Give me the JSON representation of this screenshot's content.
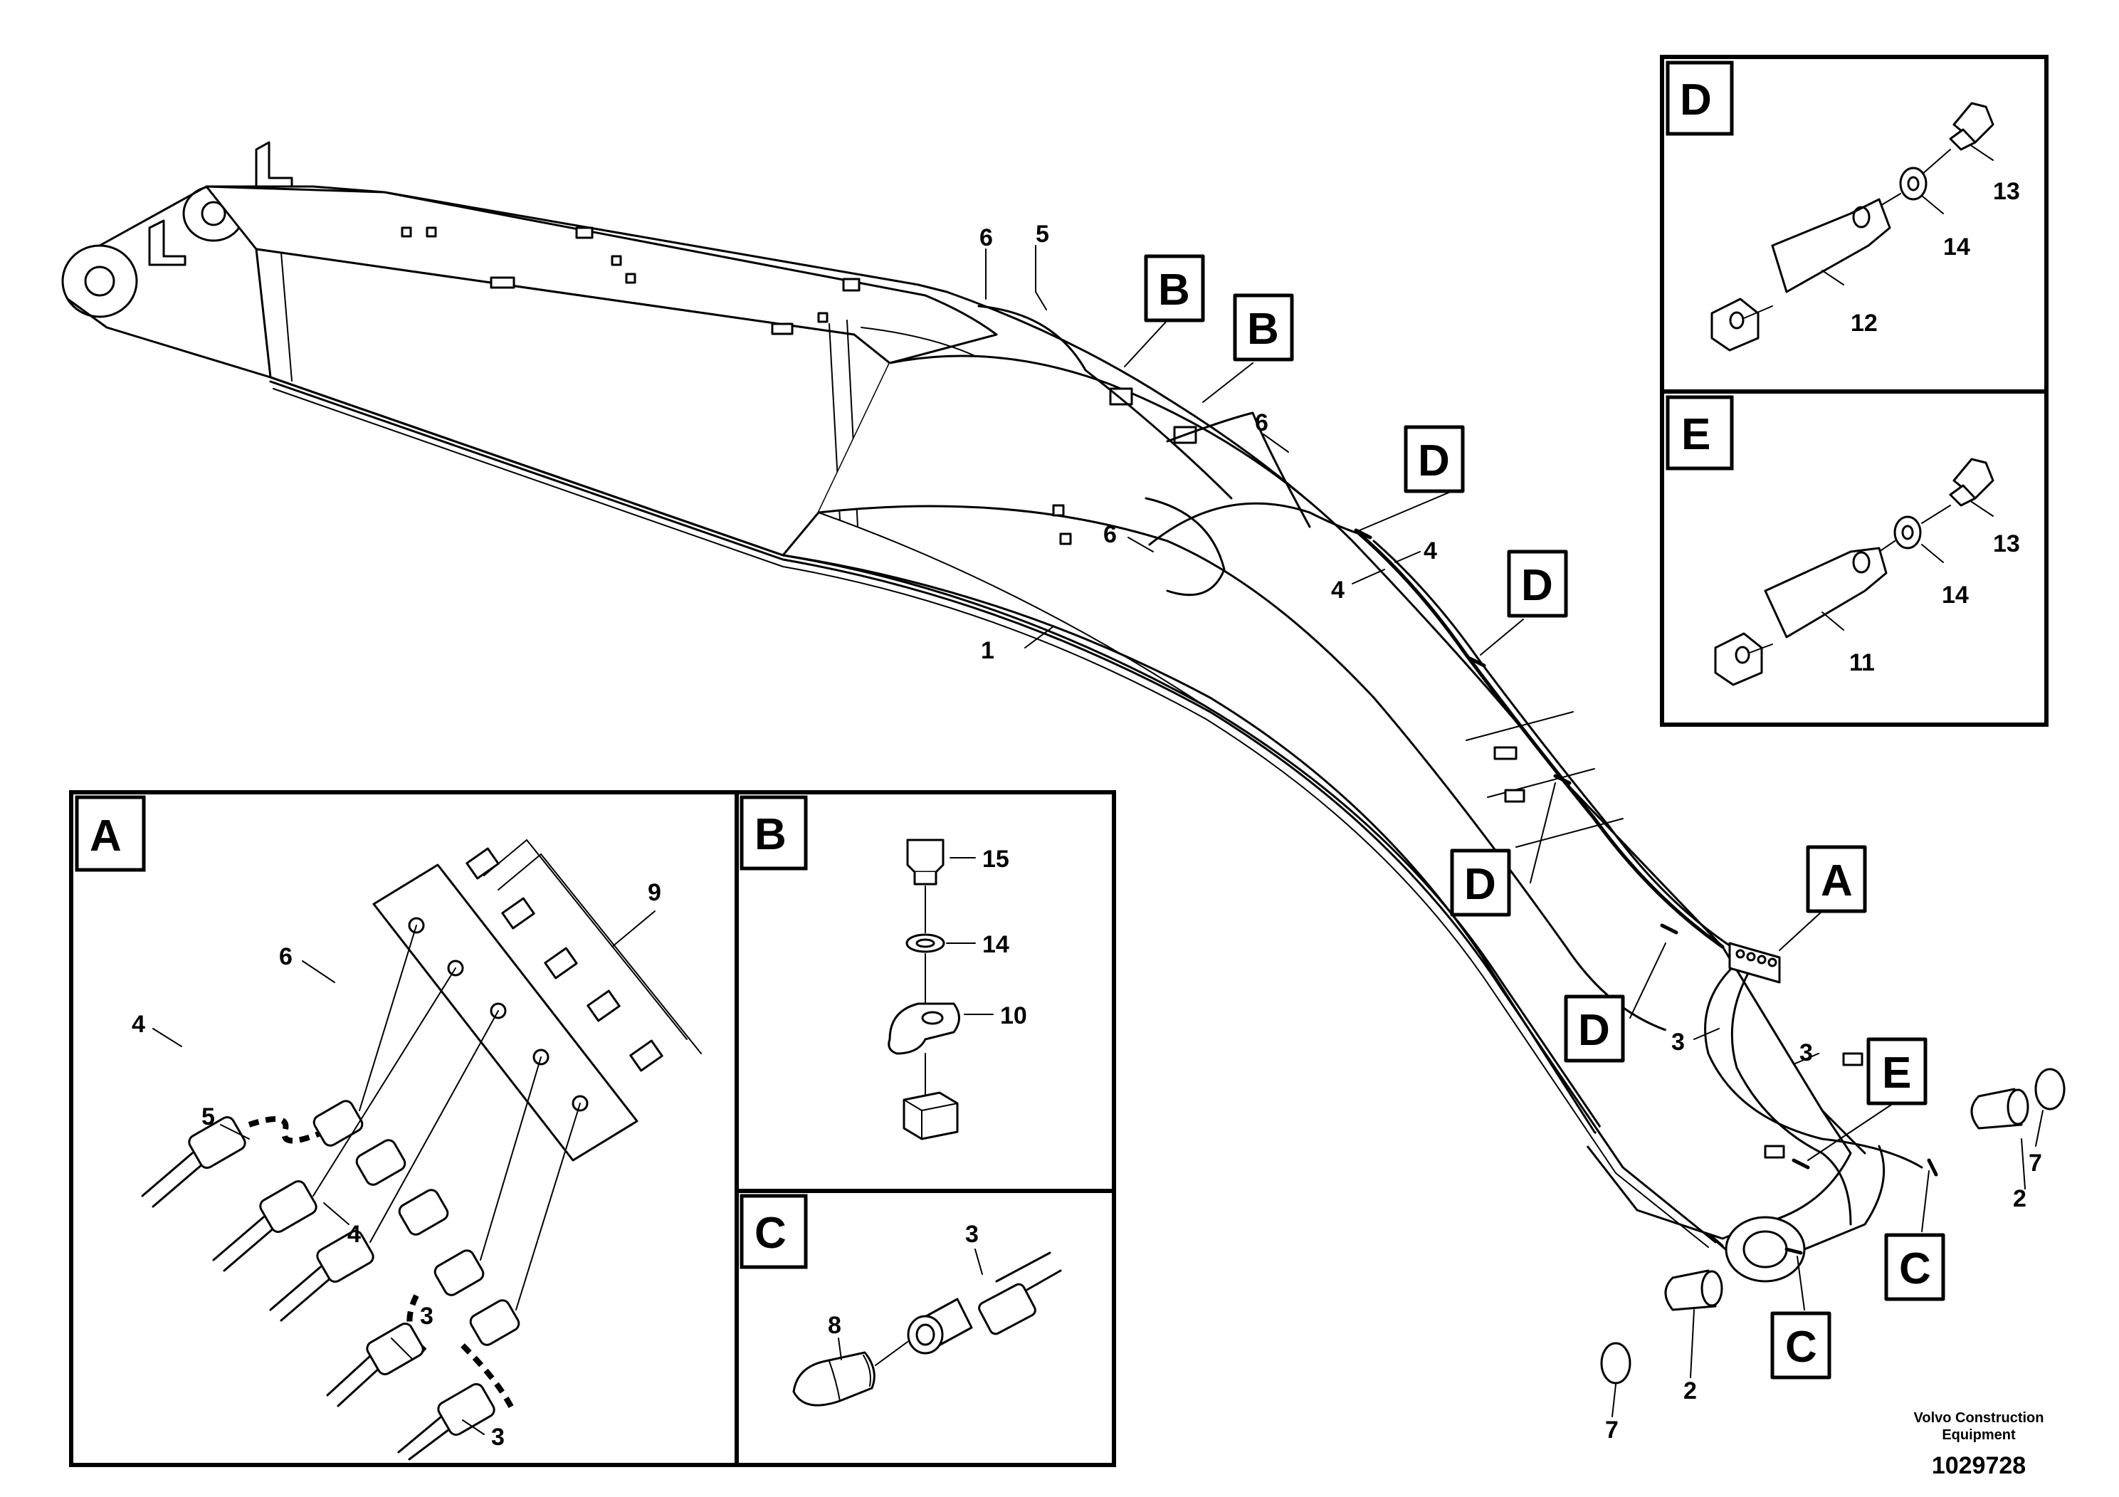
{
  "diagram": {
    "main_callouts": {
      "n1": "1",
      "n3a": "3",
      "n3b": "3",
      "n4a": "4",
      "n4b": "4",
      "n5": "5",
      "n6a": "6",
      "n6b": "6",
      "n6c": "6",
      "n2a": "2",
      "n2b": "2",
      "n7a": "7",
      "n7b": "7"
    },
    "detail_markers": {
      "b1": "B",
      "b2": "B",
      "d1": "D",
      "d2": "D",
      "d3": "D",
      "d4": "D",
      "a1": "A",
      "e1": "E",
      "c1": "C",
      "c2": "C"
    },
    "panels": {
      "A": {
        "label": "A",
        "callouts": {
          "n9": "9",
          "n6": "6",
          "n4a": "4",
          "n5": "5",
          "n4b": "4",
          "n3a": "3",
          "n3b": "3"
        }
      },
      "B": {
        "label": "B",
        "callouts": {
          "n15": "15",
          "n14": "14",
          "n10": "10"
        }
      },
      "C": {
        "label": "C",
        "callouts": {
          "n3": "3",
          "n8": "8"
        }
      },
      "D": {
        "label": "D",
        "callouts": {
          "n13": "13",
          "n14": "14",
          "n12": "12"
        }
      },
      "E": {
        "label": "E",
        "callouts": {
          "n13": "13",
          "n14": "14",
          "n11": "11"
        }
      }
    },
    "footer": {
      "company_line1": "Volvo Construction",
      "company_line2": "Equipment",
      "drawing_number": "1029728"
    }
  }
}
